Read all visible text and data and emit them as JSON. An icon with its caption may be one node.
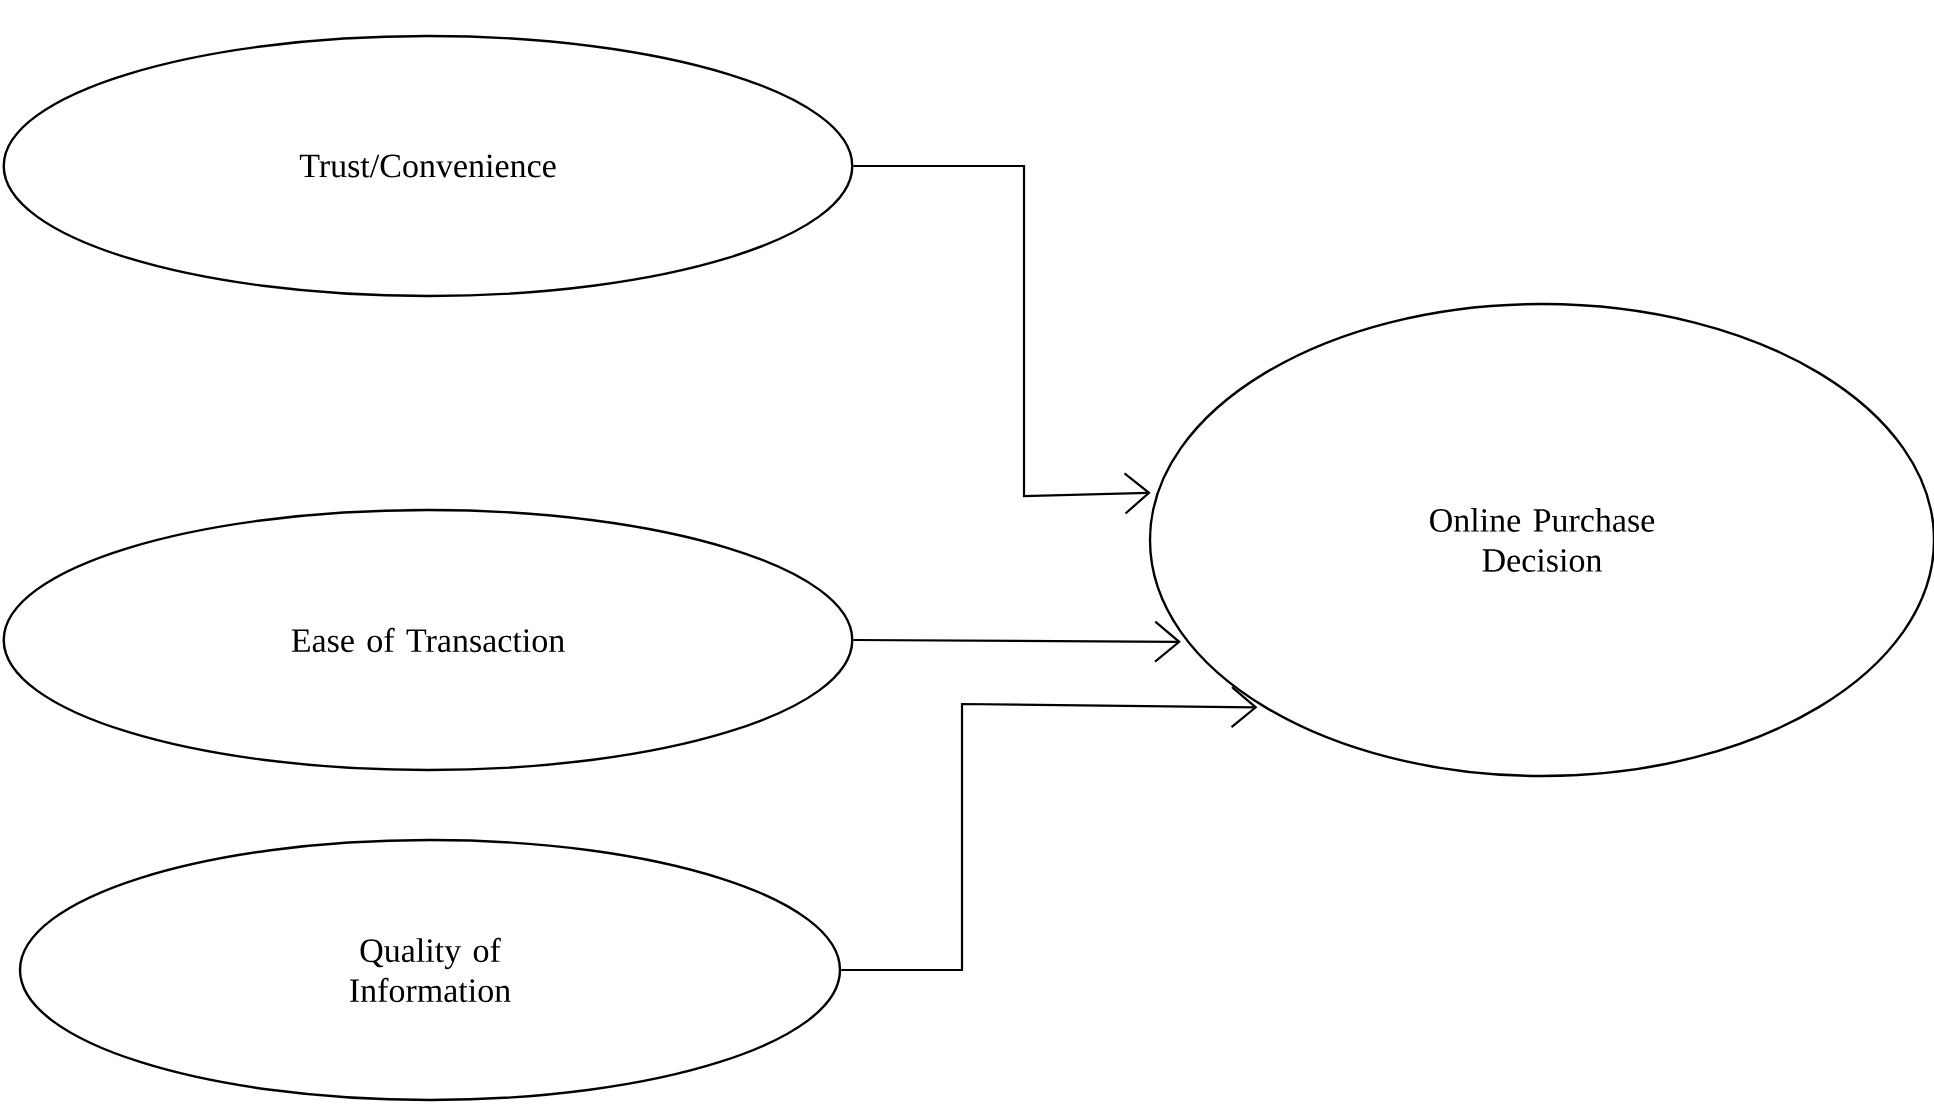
{
  "diagram": {
    "nodes": [
      {
        "text": [
          "Trust/Convenience"
        ]
      },
      {
        "text": [
          "Ease of Transaction"
        ]
      },
      {
        "text": [
          "Quality of Information"
        ]
      },
      {
        "text": [
          "Online Purchase Decision"
        ]
      }
    ],
    "edges": [
      {
        "from": 0,
        "to": 3,
        "arrow": "to"
      },
      {
        "from": 1,
        "to": 3,
        "arrow": "to"
      },
      {
        "from": 2,
        "to": 3,
        "arrow": "to"
      }
    ]
  }
}
